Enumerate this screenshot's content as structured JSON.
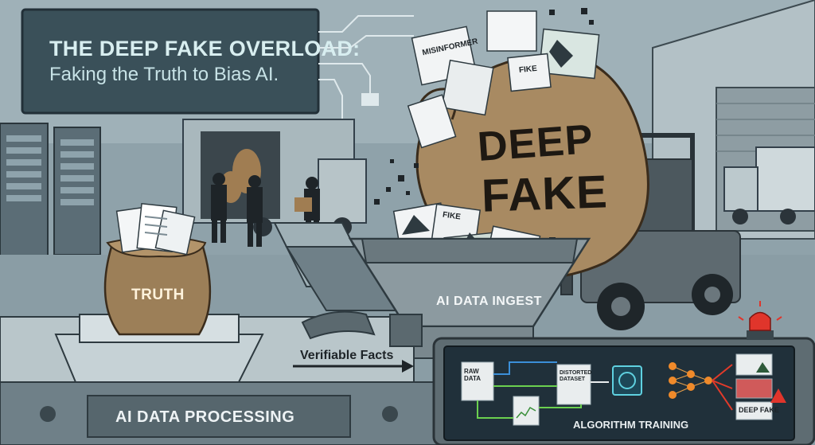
{
  "title": {
    "line1": "THE DEEP FAKE OVERLOAD:",
    "line2": "Faking the Truth to Bias AI."
  },
  "labels": {
    "truth_bag": "TRUTH",
    "deepfake_line1": "DEEP",
    "deepfake_line2": "FAKE",
    "hopper": "AI DATA INGEST",
    "arrow": "Verifiable Facts",
    "conveyor": "AI DATA PROCESSING",
    "monitor": "ALGORITHM TRAINING",
    "doc_misinformer": "MISINFORMER",
    "doc_fike_top": "FIKE",
    "doc_fike_low": "FIKE",
    "doc_raw_data": "RAW DATA",
    "doc_distorted": "DISTORTED DATASET",
    "doc_deep_fake_small": "DEEP FAKE"
  },
  "colors": {
    "sky": "#9fb1b8",
    "panel": "#3a5059",
    "sack": "#a88a62",
    "truth_sack": "#9c7f58",
    "forklift": "#5e6a70",
    "alarm": "#e0352b",
    "monitor": "#20303a",
    "arrow_green": "#6bd04f",
    "arrow_orange": "#f08a2a"
  }
}
